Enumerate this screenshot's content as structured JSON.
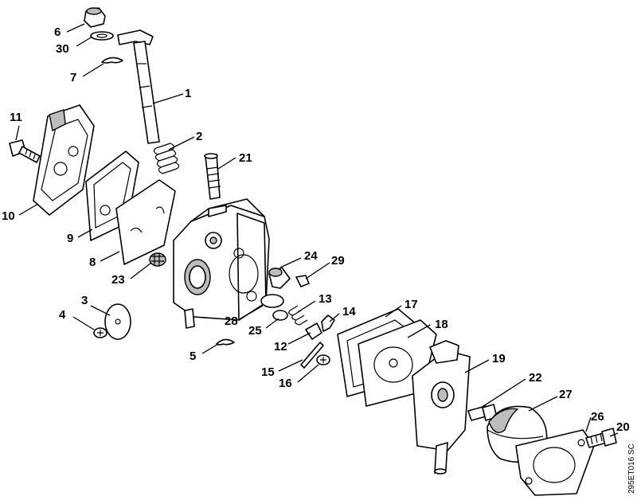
{
  "diagram": {
    "reference_code": "295ET016 SC",
    "callouts": [
      {
        "id": "c1",
        "text": "1"
      },
      {
        "id": "c2",
        "text": "2"
      },
      {
        "id": "c3",
        "text": "3"
      },
      {
        "id": "c4",
        "text": "4"
      },
      {
        "id": "c5",
        "text": "5"
      },
      {
        "id": "c6",
        "text": "6"
      },
      {
        "id": "c7",
        "text": "7"
      },
      {
        "id": "c8",
        "text": "8"
      },
      {
        "id": "c9",
        "text": "9"
      },
      {
        "id": "c10",
        "text": "10"
      },
      {
        "id": "c11",
        "text": "11"
      },
      {
        "id": "c12",
        "text": "12"
      },
      {
        "id": "c13",
        "text": "13"
      },
      {
        "id": "c14",
        "text": "14"
      },
      {
        "id": "c15",
        "text": "15"
      },
      {
        "id": "c16",
        "text": "16"
      },
      {
        "id": "c17",
        "text": "17"
      },
      {
        "id": "c18",
        "text": "18"
      },
      {
        "id": "c19",
        "text": "19"
      },
      {
        "id": "c20",
        "text": "20"
      },
      {
        "id": "c21",
        "text": "21"
      },
      {
        "id": "c22",
        "text": "22"
      },
      {
        "id": "c23",
        "text": "23"
      },
      {
        "id": "c24",
        "text": "24"
      },
      {
        "id": "c25",
        "text": "25"
      },
      {
        "id": "c26",
        "text": "26"
      },
      {
        "id": "c27",
        "text": "27"
      },
      {
        "id": "c28",
        "text": "28"
      },
      {
        "id": "c29",
        "text": "29"
      },
      {
        "id": "c30",
        "text": "30"
      }
    ]
  }
}
